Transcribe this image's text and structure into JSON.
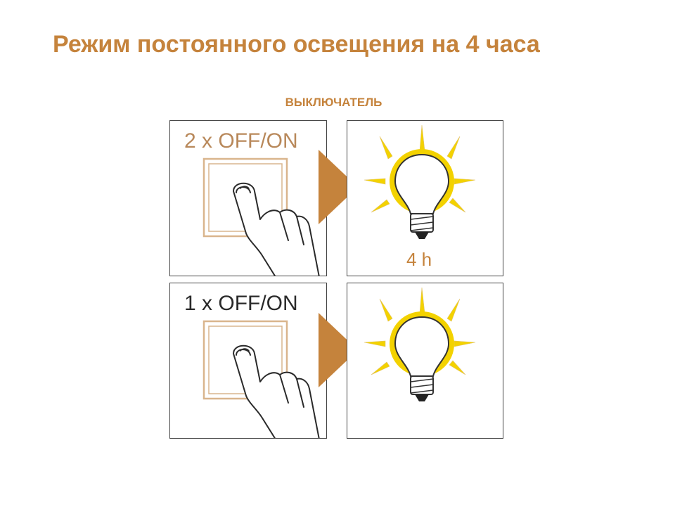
{
  "title": "Режим постоянного освещения на 4 часа",
  "subtitle": "ВЫКЛЮЧАТЕЛЬ",
  "rows": [
    {
      "action_label": "2 x OFF/ON",
      "result_label": "4 h"
    },
    {
      "action_label": "1 x OFF/ON",
      "result_label": ""
    }
  ],
  "colors": {
    "accent": "#c5833c",
    "label_row1": "#b8885a",
    "label_row2": "#2a2a2a",
    "bulb_glow": "#f3d200",
    "switch_frame": "#d9b58d"
  },
  "icons": [
    "hand-pressing-switch-icon",
    "light-bulb-icon",
    "arrow-right-icon"
  ]
}
